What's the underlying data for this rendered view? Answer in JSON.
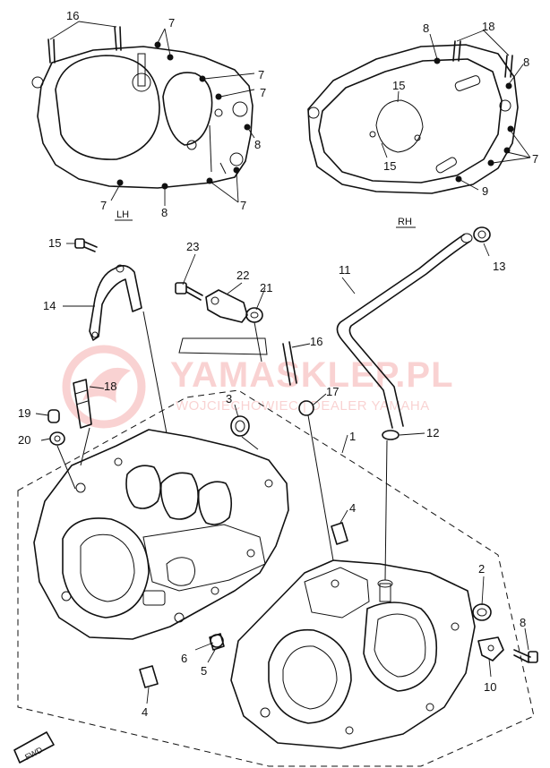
{
  "diagram": {
    "side_labels": {
      "left": "LH",
      "right": "RH"
    },
    "direction_tag": "FWD",
    "watermark": {
      "main": "YAMASKLEP.PL",
      "sub": "WOJCIECHOWIEC | DEALER YAMAHA",
      "color": "#e53935"
    },
    "callouts": {
      "c1": "1",
      "c2": "2",
      "c3": "3",
      "c4a": "4",
      "c4b": "4",
      "c5": "5",
      "c6": "6",
      "c7a": "7",
      "c7b": "7",
      "c7c": "7",
      "c7d": "7",
      "c7e": "7",
      "c7f": "7",
      "c8a": "8",
      "c8b": "8",
      "c8c": "8",
      "c8d": "8",
      "c8e": "8",
      "c9": "9",
      "c10": "10",
      "c11": "11",
      "c12": "12",
      "c13": "13",
      "c14": "14",
      "c15a": "15",
      "c15b": "15",
      "c15c": "15",
      "c16a": "16",
      "c16b": "16",
      "c17": "17",
      "c18a": "18",
      "c18b": "18",
      "c19": "19",
      "c20": "20",
      "c21": "21",
      "c22": "22",
      "c23": "23"
    }
  }
}
